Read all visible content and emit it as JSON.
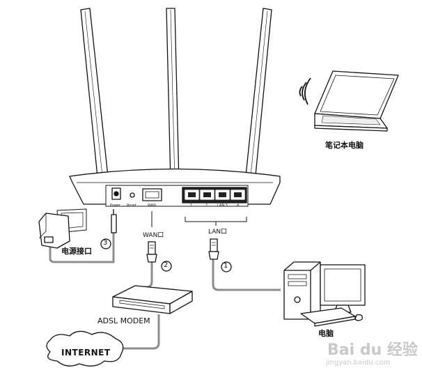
{
  "router": {
    "port_labels": {
      "power": "Power",
      "reset": "Reset",
      "wan": "WAN"
    },
    "lan_port_numbers": [
      "1",
      "2",
      "LAN 3",
      "4"
    ]
  },
  "labels": {
    "laptop": "笔记本电脑",
    "desktop": "电脑",
    "power_adapter": "电源接口",
    "wan_port": "WAN口",
    "lan_port": "LAN口",
    "modem": "ADSL MODEM",
    "internet": "INTERNET"
  },
  "steps": [
    "1",
    "2",
    "3"
  ],
  "watermark": {
    "brand": "Bai du 经验",
    "url": "jingyan.baidu.com"
  },
  "colors": {
    "line": "#111111",
    "cable": "#8c8c8c",
    "fill": "#ffffff"
  }
}
